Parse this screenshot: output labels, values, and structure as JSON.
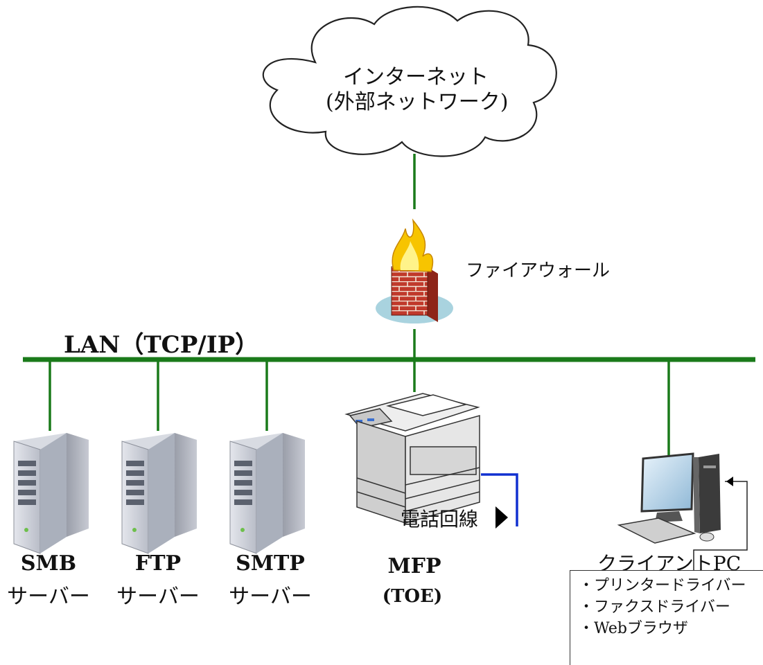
{
  "cloud": {
    "line1": "インターネット",
    "line2": "(外部ネットワーク)"
  },
  "firewall": {
    "label": "ファイアウォール"
  },
  "lan": {
    "label": "LAN（TCP/IP）"
  },
  "servers": [
    {
      "name": "SMB",
      "sub": "サーバー"
    },
    {
      "name": "FTP",
      "sub": "サーバー"
    },
    {
      "name": "SMTP",
      "sub": "サーバー"
    }
  ],
  "mfp": {
    "name": "MFP",
    "sub": "(TOE)"
  },
  "phone_line": {
    "label": "電話回線"
  },
  "client": {
    "label": "クライアントPC"
  },
  "client_software": [
    "・プリンタードライバー",
    "・ファクスドライバー",
    "・Webブラウザ"
  ],
  "colors": {
    "lan_line": "#1a7a1a",
    "phone_line": "#1030d0",
    "cloud_stroke": "#222222"
  }
}
